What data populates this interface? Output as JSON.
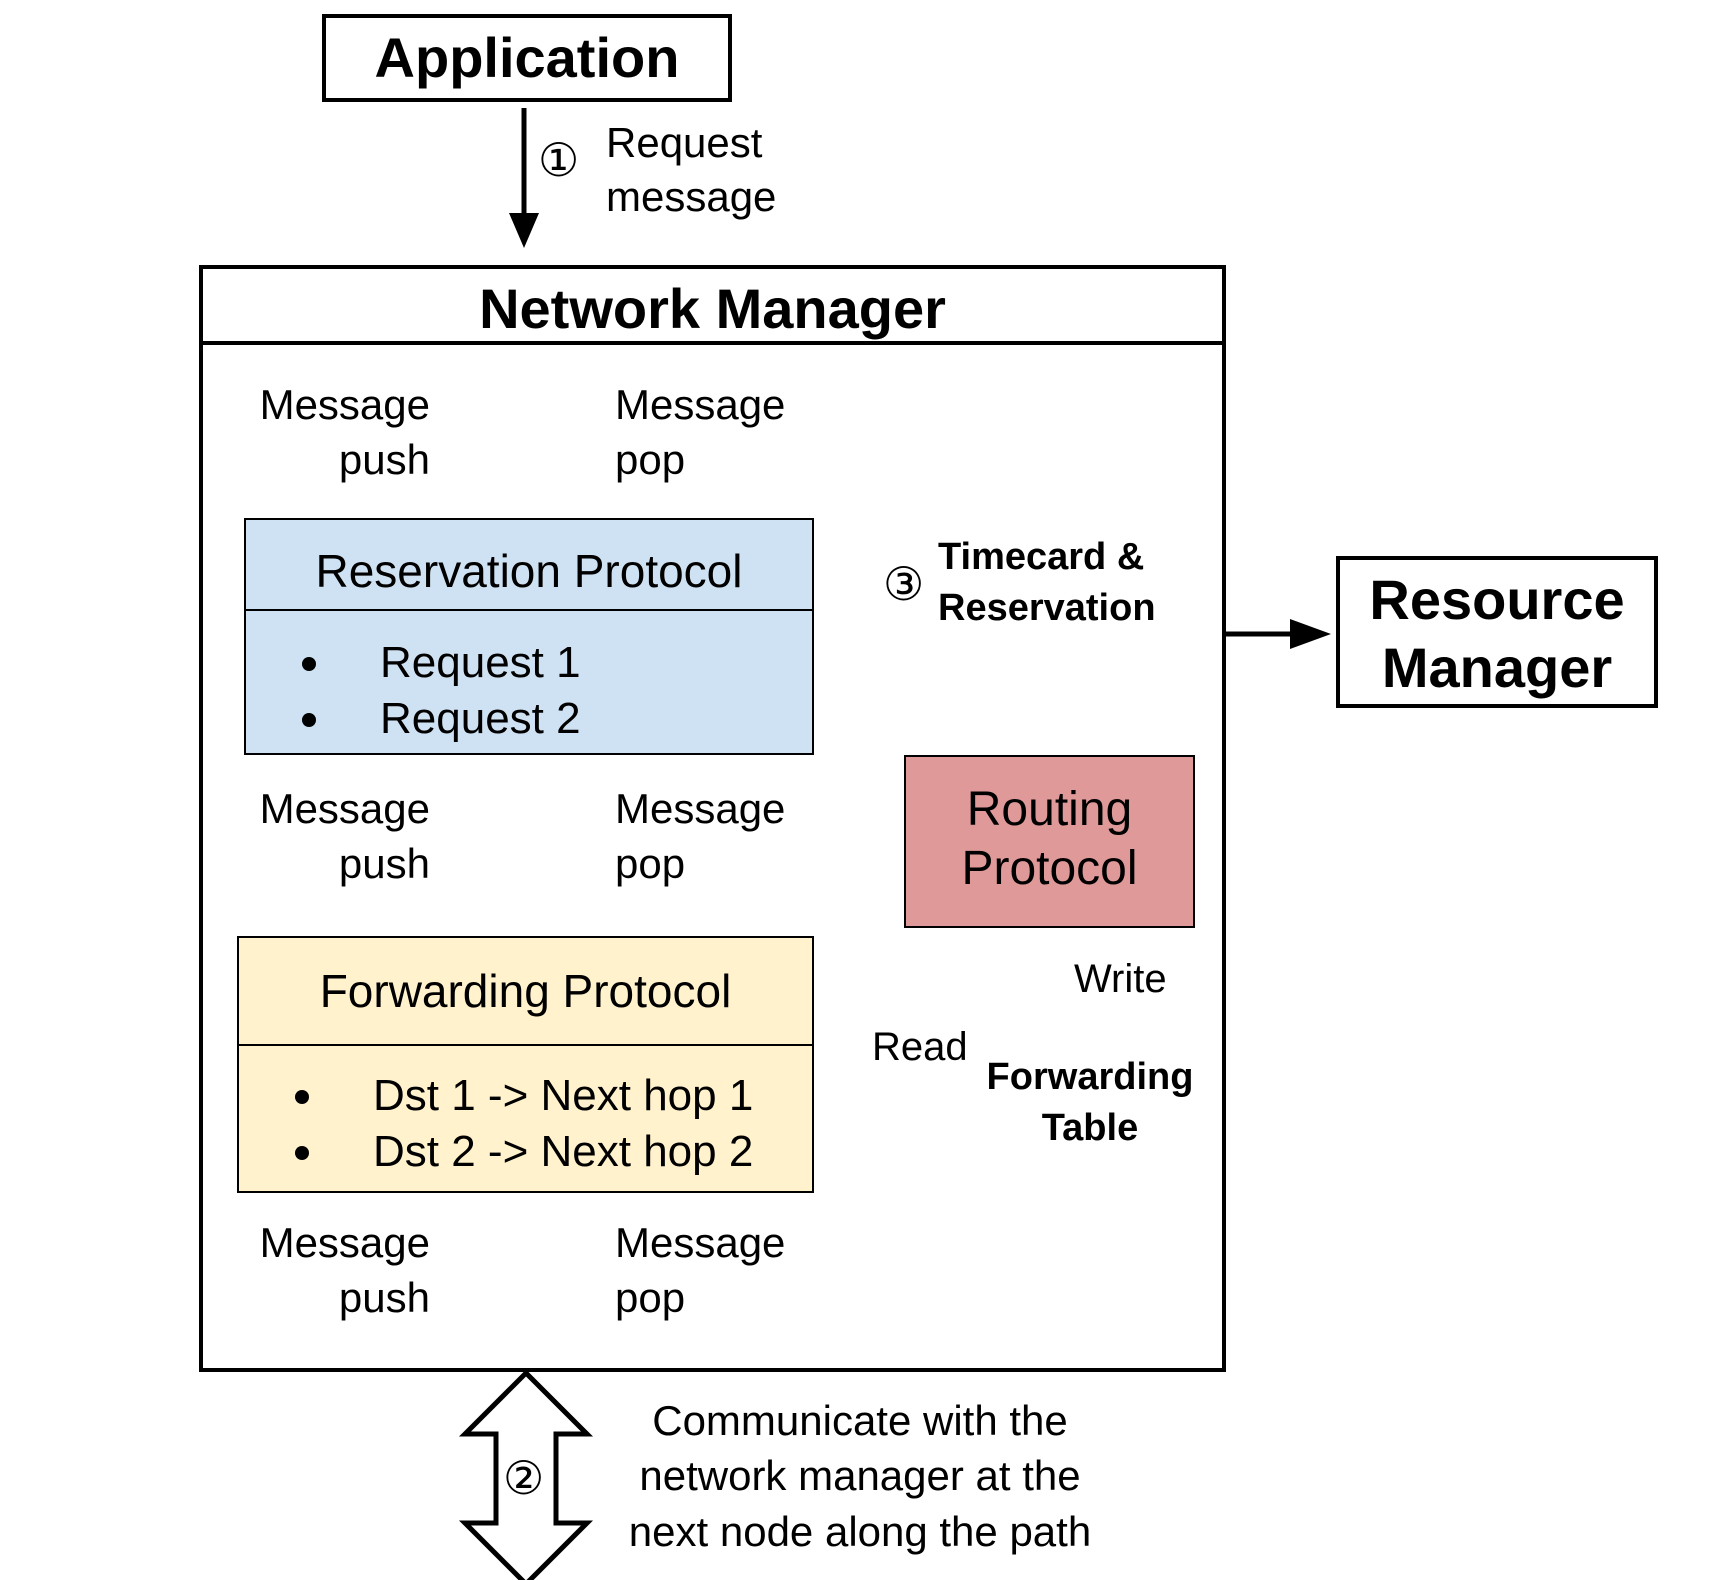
{
  "application": {
    "label": "Application"
  },
  "step1": {
    "marker": "①",
    "line1": "Request",
    "line2": "message"
  },
  "network_manager": {
    "title": "Network Manager"
  },
  "msg_labels": {
    "push1": "Message",
    "push2": "push",
    "pop1": "Message",
    "pop2": "pop"
  },
  "reservation": {
    "title": "Reservation Protocol",
    "items": [
      "Request 1",
      "Request 2"
    ]
  },
  "forwarding": {
    "title": "Forwarding Protocol",
    "items": [
      "Dst 1 -> Next hop 1",
      "Dst 2 -> Next hop 2"
    ]
  },
  "routing": {
    "line1": "Routing",
    "line2": "Protocol"
  },
  "step3": {
    "marker": "③",
    "line1": "Timecard &",
    "line2": "Reservation"
  },
  "resource_manager": {
    "line1": "Resource",
    "line2": "Manager"
  },
  "write_label": "Write",
  "read_label": "Read",
  "forwarding_table": {
    "line1": "Forwarding",
    "line2": "Table"
  },
  "step2": {
    "marker": "②",
    "line1": "Communicate with the",
    "line2": "network manager at the",
    "line3": "next node along the path"
  },
  "colors": {
    "green": "#93c47d",
    "red": "#c0281e",
    "reservation_bg": "#cfe2f3",
    "forwarding_bg": "#fff2cc",
    "routing_bg": "#e09999"
  }
}
